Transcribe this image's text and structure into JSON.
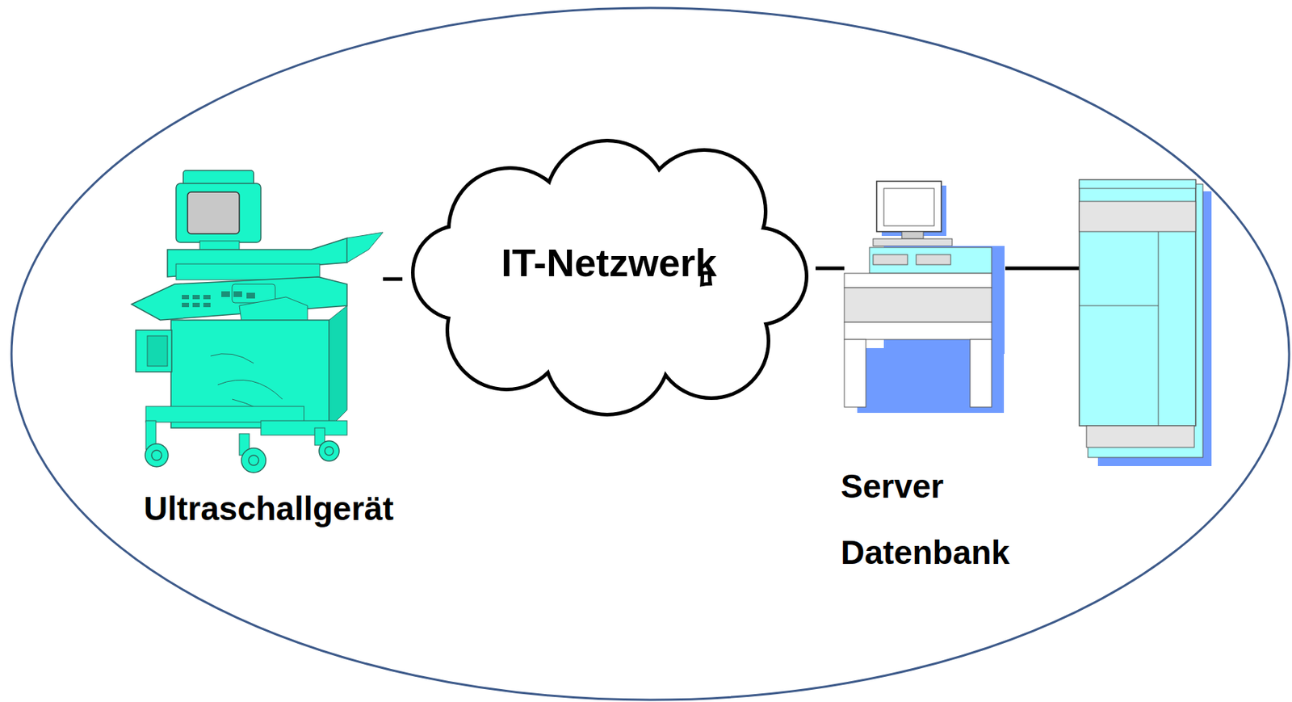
{
  "diagram": {
    "nodes": [
      {
        "text": [
          "Ultraschallgerät"
        ]
      },
      {
        "text": [
          "IT-Netzwerk"
        ]
      },
      {
        "text": [
          "Server"
        ]
      },
      {
        "text": [
          "Datenbank"
        ]
      }
    ],
    "edges": [
      {
        "from": 0,
        "to": 1,
        "arrow": "none"
      },
      {
        "from": 1,
        "to": 2,
        "arrow": "none"
      },
      {
        "from": 2,
        "to": 3,
        "arrow": "none"
      }
    ]
  }
}
